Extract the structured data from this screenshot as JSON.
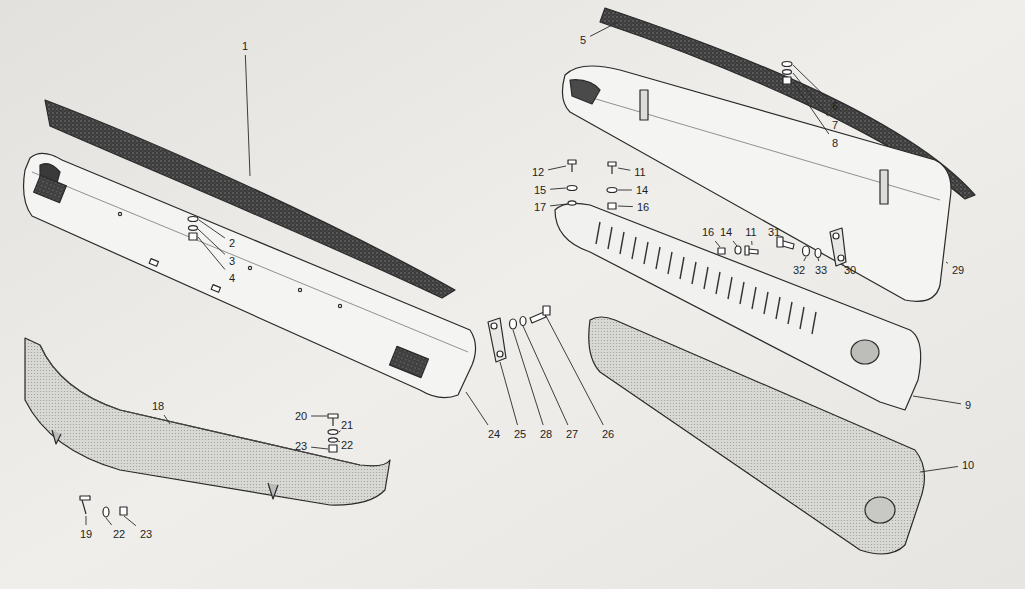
{
  "diagram": {
    "labels": [
      "1",
      "5",
      "6",
      "7",
      "8",
      "12",
      "11",
      "15",
      "14",
      "17",
      "16",
      "16",
      "14",
      "11",
      "31",
      "2",
      "3",
      "4",
      "32",
      "33",
      "30",
      "29",
      "20",
      "21",
      "22",
      "23",
      "9",
      "10",
      "18",
      "24",
      "25",
      "28",
      "27",
      "26",
      "19",
      "22",
      "23"
    ]
  }
}
